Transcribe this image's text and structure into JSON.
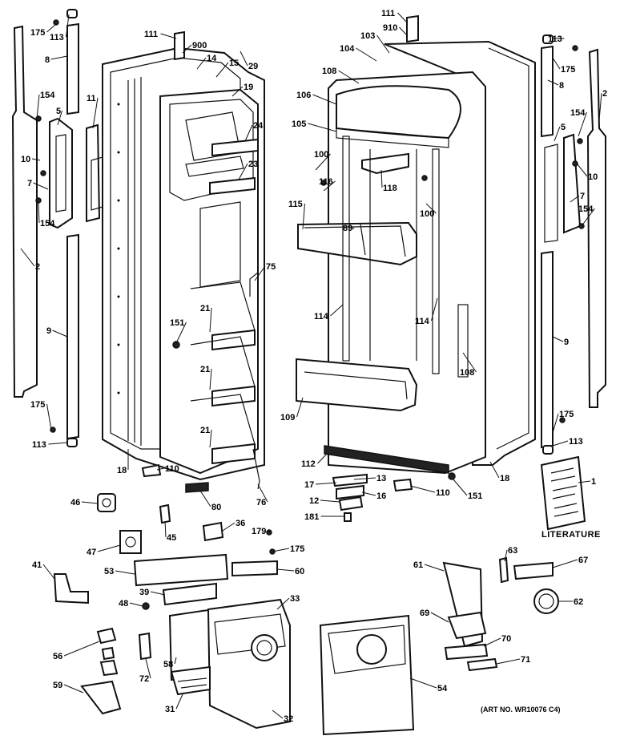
{
  "diagram": {
    "labels": [
      "1",
      "2",
      "5",
      "7",
      "8",
      "9",
      "10",
      "11",
      "12",
      "13",
      "14",
      "15",
      "16",
      "17",
      "18",
      "19",
      "21",
      "23",
      "24",
      "29",
      "31",
      "32",
      "33",
      "36",
      "39",
      "41",
      "45",
      "46",
      "47",
      "48",
      "53",
      "54",
      "56",
      "58",
      "59",
      "60",
      "61",
      "62",
      "63",
      "67",
      "69",
      "70",
      "71",
      "72",
      "75",
      "76",
      "80",
      "89",
      "100",
      "103",
      "104",
      "105",
      "106",
      "108",
      "109",
      "110",
      "111",
      "112",
      "113",
      "114",
      "115",
      "116",
      "118",
      "151",
      "154",
      "175",
      "179",
      "181",
      "900",
      "910"
    ],
    "literature_label": "LITERATURE",
    "art_number": "(ART NO. WR10076 C4)"
  }
}
